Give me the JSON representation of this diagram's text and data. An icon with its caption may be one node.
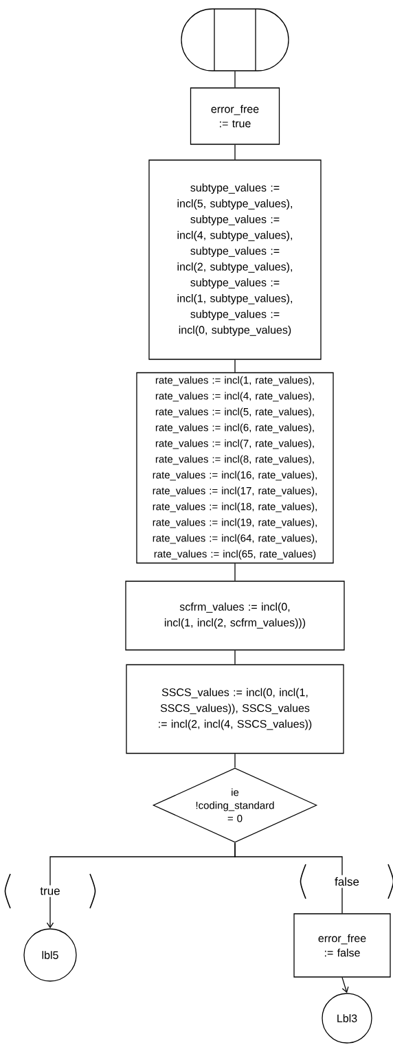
{
  "diagram": {
    "nodes": [
      {
        "text": [],
        "shape": "terminator"
      },
      {
        "text": [
          "error_free := true"
        ]
      },
      {
        "text": [
          "subtype_values := incl(5, subtype_values), subtype_values := incl(4, subtype_values), subtype_values := incl(2, subtype_values), subtype_values := incl(1, subtype_values), subtype_values := incl(0, subtype_values)"
        ]
      },
      {
        "text": [
          "rate_values := incl(1, rate_values), rate_values := incl(4, rate_values), rate_values := incl(5, rate_values), rate_values := incl(6, rate_values), rate_values := incl(7, rate_values), rate_values := incl(8, rate_values), rate_values := incl(16, rate_values), rate_values := incl(17, rate_values), rate_values := incl(18, rate_values), rate_values := incl(19, rate_values), rate_values := incl(64, rate_values), rate_values := incl(65, rate_values)"
        ]
      },
      {
        "text": [
          "scfrm_values := incl(0, incl(1, incl(2, scfrm_values)))"
        ]
      },
      {
        "text": [
          "SSCS_values := incl(0, incl(1, SSCS_values)), SSCS_values := incl(2, incl(4, SSCS_values))"
        ]
      },
      {
        "text": [
          "ie !coding_standard = 0"
        ]
      },
      {
        "text": [
          "lbl5"
        ]
      },
      {
        "text": [
          "error_free := false"
        ]
      },
      {
        "text": [
          "Lbl3"
        ]
      }
    ],
    "edges": [
      {
        "from": 0,
        "to": 1,
        "arrow": "none"
      },
      {
        "from": 1,
        "to": 2,
        "arrow": "none"
      },
      {
        "from": 2,
        "to": 3,
        "arrow": "none"
      },
      {
        "from": 3,
        "to": 4,
        "arrow": "none"
      },
      {
        "from": 4,
        "to": 5,
        "arrow": "none"
      },
      {
        "from": 5,
        "to": 6,
        "arrow": "none"
      },
      {
        "from": 6,
        "to": 7,
        "arrow": "to",
        "label": "true"
      },
      {
        "from": 6,
        "to": 8,
        "arrow": "none",
        "label": "false"
      },
      {
        "from": 8,
        "to": 9,
        "arrow": "to"
      }
    ]
  }
}
